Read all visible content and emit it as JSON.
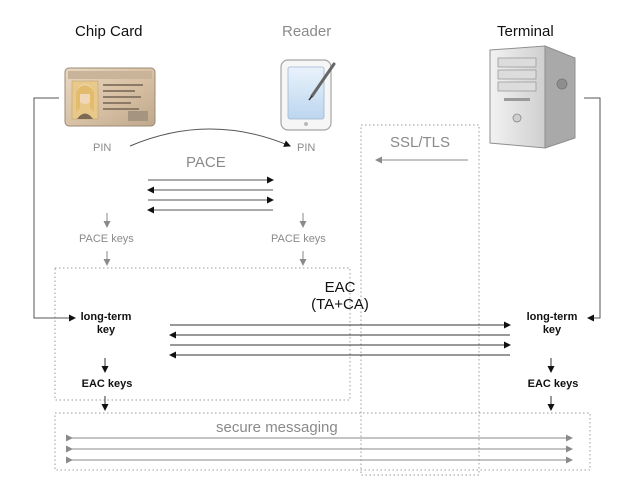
{
  "columns": {
    "chip_card": "Chip Card",
    "reader": "Reader",
    "terminal": "Terminal"
  },
  "pace": {
    "pin_left": "PIN",
    "pin_right": "PIN",
    "title": "PACE",
    "keys_left": "PACE keys",
    "keys_right": "PACE keys"
  },
  "ssl": {
    "title": "SSL/TLS"
  },
  "eac": {
    "title_line1": "EAC",
    "title_line2": "(TA+CA)",
    "long_term_left_line1": "long-term",
    "long_term_left_line2": "key",
    "long_term_right_line1": "long-term",
    "long_term_right_line2": "key",
    "keys_left": "EAC keys",
    "keys_right": "EAC keys"
  },
  "secure_messaging": {
    "title": "secure messaging"
  },
  "colors": {
    "dark": "#111111",
    "gray": "#8a8a8a",
    "dotted_border": "#9a9a9a"
  }
}
